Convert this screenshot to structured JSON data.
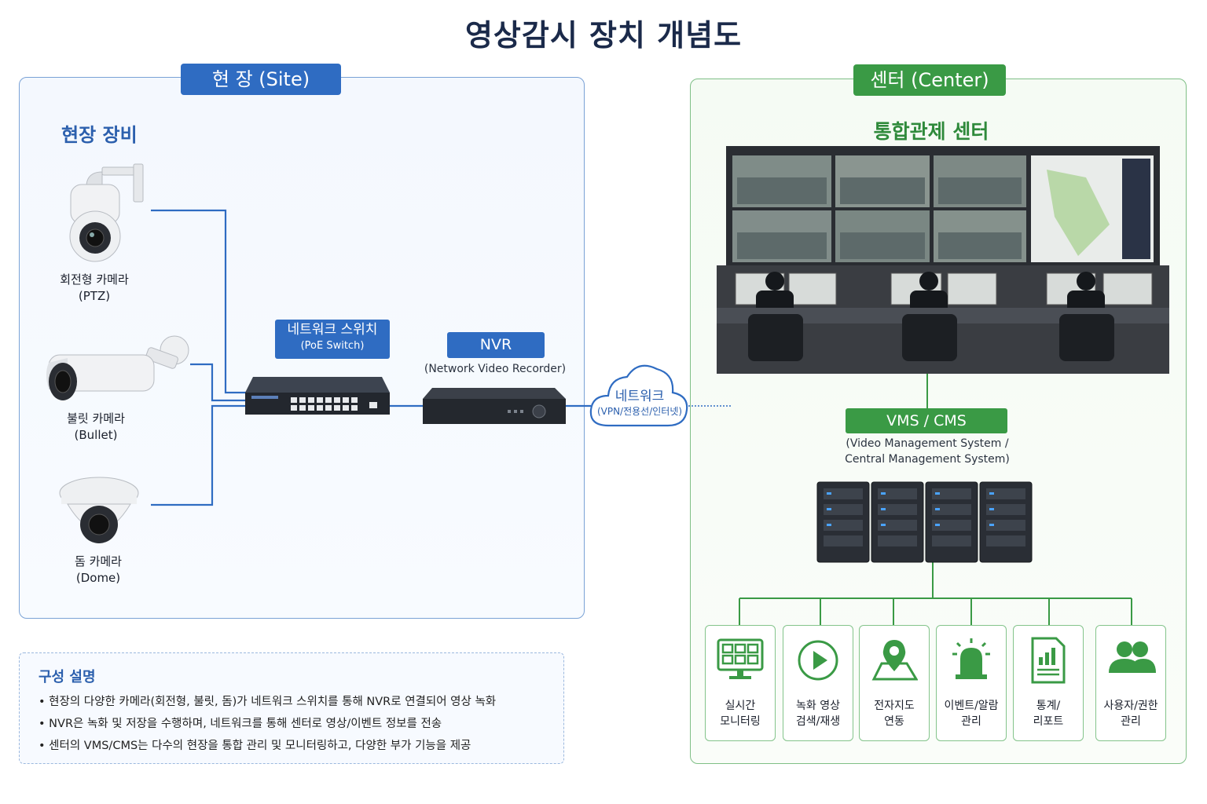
{
  "title": "영상감시 장치 개념도",
  "site": {
    "badge": "현 장 (Site)",
    "heading": "현장 장비",
    "cameras": [
      {
        "name": "회전형 카메라",
        "sub": "(PTZ)"
      },
      {
        "name": "불릿 카메라",
        "sub": "(Bullet)"
      },
      {
        "name": "돔 카메라",
        "sub": "(Dome)"
      }
    ],
    "switch": {
      "name": "네트워크 스위치",
      "sub": "(PoE Switch)"
    },
    "nvr": {
      "name": "NVR",
      "sub": "(Network Video Recorder)"
    }
  },
  "network": {
    "name": "네트워크",
    "sub": "(VPN/전용선/인터넷)"
  },
  "center": {
    "badge": "센터 (Center)",
    "heading": "통합관제 센터",
    "vms": {
      "name": "VMS / CMS",
      "sub1": "(Video Management System /",
      "sub2": "Central Management System)"
    },
    "features": [
      {
        "line1": "실시간",
        "line2": "모니터링",
        "icon": "monitor-grid-icon"
      },
      {
        "line1": "녹화 영상",
        "line2": "검색/재생",
        "icon": "play-icon"
      },
      {
        "line1": "전자지도",
        "line2": "연동",
        "icon": "map-pin-icon"
      },
      {
        "line1": "이벤트/알람",
        "line2": "관리",
        "icon": "alarm-light-icon"
      },
      {
        "line1": "통계/",
        "line2": "리포트",
        "icon": "report-chart-icon"
      },
      {
        "line1": "사용자/권한",
        "line2": "관리",
        "icon": "users-icon"
      }
    ]
  },
  "legend": {
    "title": "구성 설명",
    "items": [
      "현장의 다양한 카메라(회전형, 불릿, 돔)가 네트워크 스위치를 통해 NVR로 연결되어 영상 녹화",
      "NVR은 녹화 및 저장을 수행하며, 네트워크를 통해 센터로 영상/이벤트 정보를 전송",
      "센터의 VMS/CMS는 다수의 현장을 통합 관리 및 모니터링하고, 다양한 부가 기능을 제공"
    ]
  }
}
